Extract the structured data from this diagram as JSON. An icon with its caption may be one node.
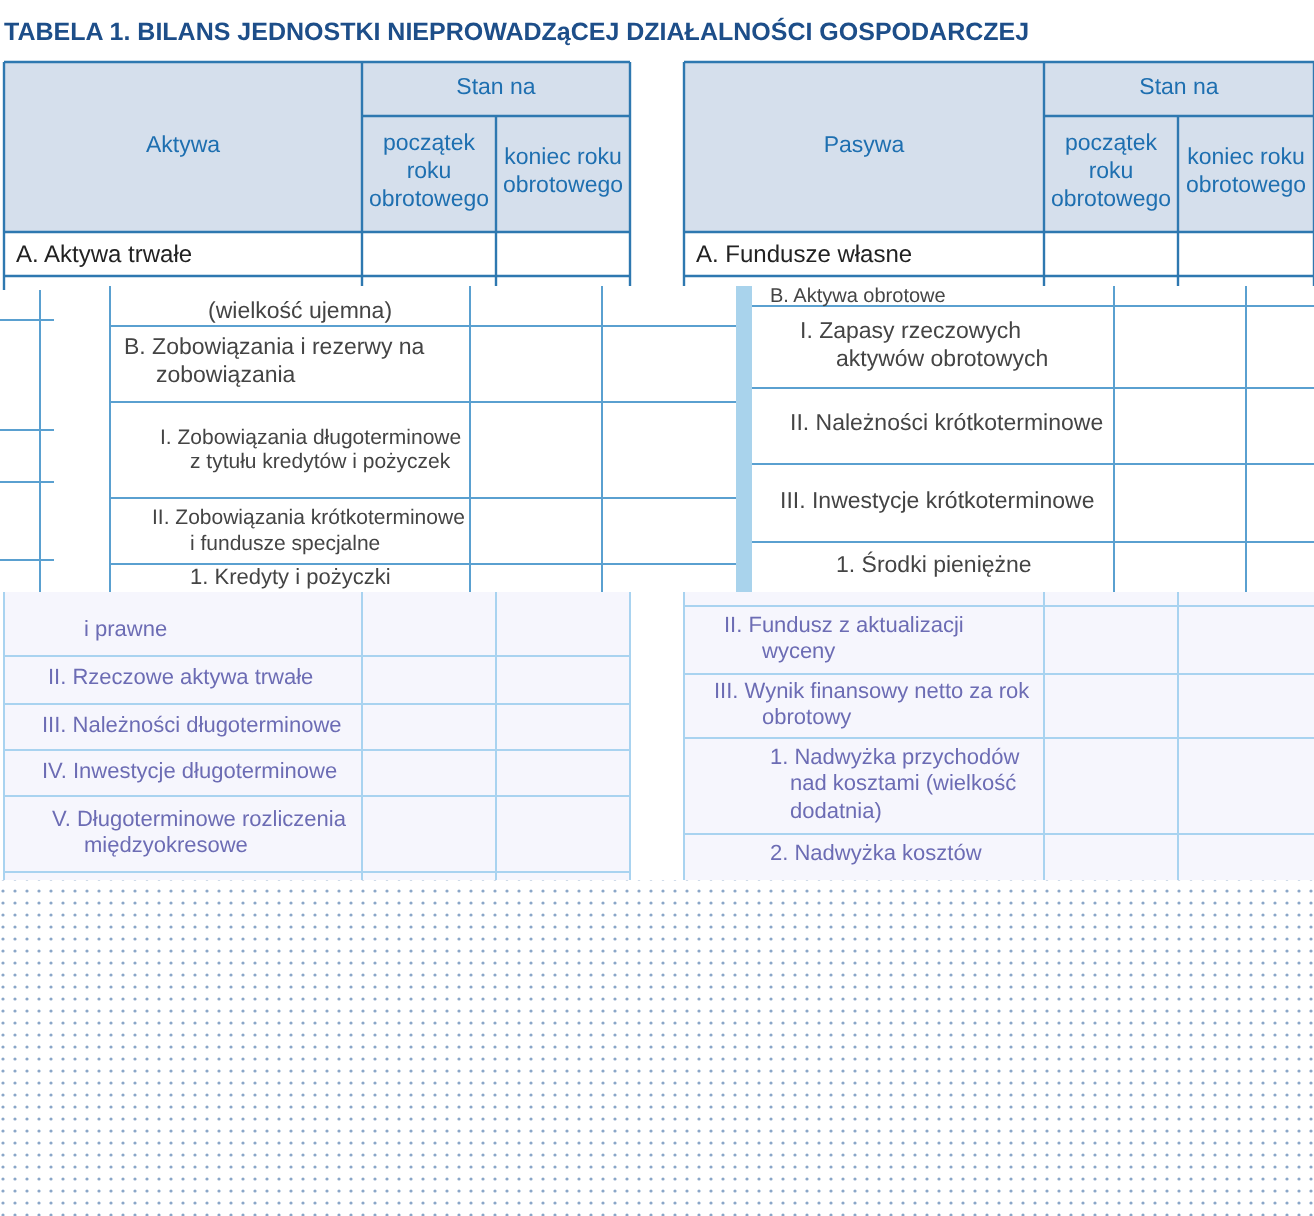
{
  "diagram": {
    "title": "TABELA 1. BILANS JEDNOSTKI NIEPROWADZąCEJ DZIAŁALNOŚCI GOSPODARCZEJ",
    "labels": [
      "Aktywa",
      "Stan na",
      "początek roku obrotowego",
      "koniec roku obrotowego",
      "Pasywa",
      "Stan na",
      "początek roku obrotowego",
      "koniec roku obrotowego",
      "A. Aktywa trwałe",
      "A. Fundusze własne",
      "(wielkość ujemna)",
      "B. Aktywa obrotowe",
      "B. Zobowiązania i rezerwy na zobowiązania",
      "I. Zapasy rzeczowych aktywów obrotowych",
      "I. Zobowiązania długoterminowe z tytułu kredytów i pożyczek",
      "II. Należności krótkoterminowe",
      "II. Zobowiązania krótkoterminowe i fundusze specjalne",
      "III. Inwestycje krótkoterminowe",
      "1. Kredyty i pożyczki",
      "1. Środki pieniężne",
      "i prawne",
      "II. Fundusz z aktualizacji wyceny",
      "II. Rzeczowe aktywa trwałe",
      "III. Wynik finansowy netto za rok obrotowy",
      "III. Należności długoterminowe",
      "1. Nadwyżka przychodów nad kosztami (wielkość dodatnia)",
      "IV. Inwestycje długoterminowe",
      "2. Nadwyżka kosztów",
      "V. Długoterminowe rozliczenia międzyokresowe"
    ]
  }
}
